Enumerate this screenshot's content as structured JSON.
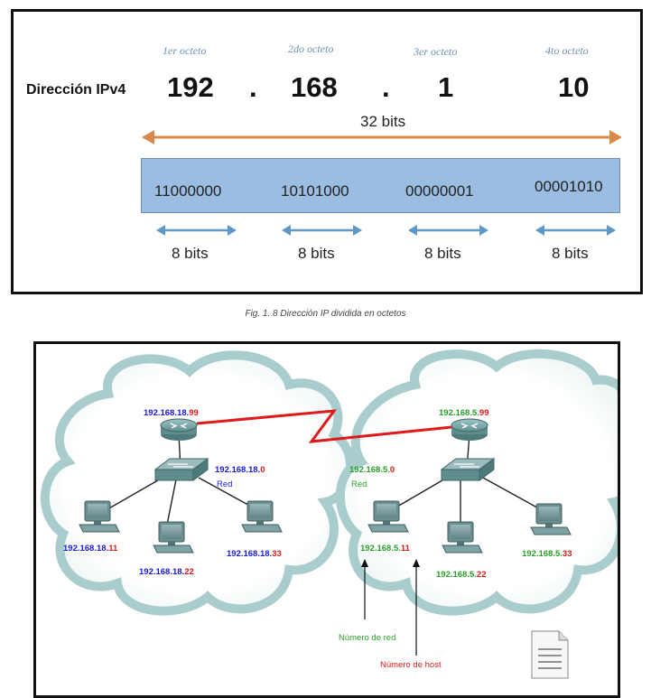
{
  "figure1": {
    "row_label": "Dirección IPv4",
    "octet_labels": [
      "1er octeto",
      "2do octeto",
      "3er octeto",
      "4to octeto"
    ],
    "decimals": [
      "192",
      "168",
      "1",
      "10"
    ],
    "separator": ".",
    "total_bits": "32 bits",
    "binaries": [
      "11000000",
      "10101000",
      "00000001",
      "00001010"
    ],
    "bits_per_octet": [
      "8 bits",
      "8 bits",
      "8 bits",
      "8 bits"
    ],
    "colors": {
      "arrow_total": "#d9894a",
      "arrow_octet": "#5f97c6",
      "binary_bar": "#9bbde2"
    }
  },
  "caption": "Fig. 1. 8 Dirección IP dividida en octetos",
  "figure2": {
    "left_network": {
      "router": {
        "prefix": "192.168.18.",
        "host": "99"
      },
      "network": {
        "prefix": "192.168.18.",
        "host": "0",
        "label": "Red"
      },
      "pcs": [
        {
          "prefix": "192.168.18.",
          "host": "11"
        },
        {
          "prefix": "192.168.18.",
          "host": "22"
        },
        {
          "prefix": "192.168.18.",
          "host": "33"
        }
      ]
    },
    "right_network": {
      "router": {
        "prefix": "192.168.5.",
        "host": "99"
      },
      "network": {
        "prefix": "192.168.5.",
        "host": "0",
        "label": "Red"
      },
      "pcs": [
        {
          "prefix": "192.168.5.",
          "host": "11"
        },
        {
          "prefix": "192.168.5.",
          "host": "22"
        },
        {
          "prefix": "192.168.5.",
          "host": "33"
        }
      ]
    },
    "annotations": {
      "network_number": "Número de red",
      "host_number": "Número de host"
    },
    "icons": [
      "router-icon",
      "switch-icon",
      "pc-icon",
      "document-icon"
    ],
    "colors": {
      "left_prefix": "#1a1ae0",
      "right_prefix": "#2aa02a",
      "host": "#e01a1a",
      "cloud": "#a9cccc",
      "link": "#e01a1a"
    }
  }
}
